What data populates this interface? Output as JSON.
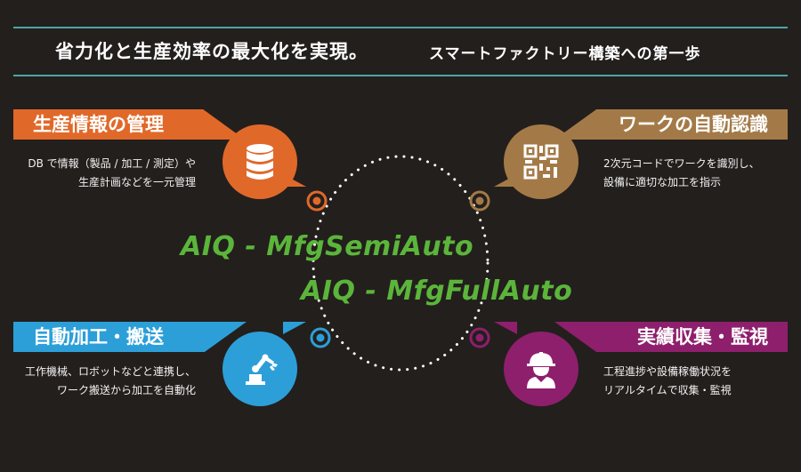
{
  "header": {
    "title": "省力化と生産効率の最大化を実現。",
    "subtitle": "スマートファクトリー構築への第一歩"
  },
  "colors": {
    "background": "#231f1d",
    "rule": "#4aa7a6",
    "orange": "#e0692a",
    "brown": "#a37a47",
    "blue": "#2c9fd8",
    "magenta": "#8e1f6c",
    "green": "#5bb53b"
  },
  "features": [
    {
      "title": "生産情報の管理",
      "desc": [
        "DB で情報（製品 / 加工 / 測定）や",
        "生産計画などを一元管理"
      ],
      "icon": "database-icon"
    },
    {
      "title": "ワークの自動認識",
      "desc": [
        "2次元コードでワークを識別し、",
        "設備に適切な加工を指示"
      ],
      "icon": "qr-code-icon"
    },
    {
      "title": "自動加工・搬送",
      "desc": [
        "工作機械、ロボットなどと連携し、",
        "ワーク搬送から加工を自動化"
      ],
      "icon": "robot-arm-icon"
    },
    {
      "title": "実績収集・監視",
      "desc": [
        "工程進捗や設備稼働状況を",
        "リアルタイムで収集・監視"
      ],
      "icon": "worker-helmet-icon"
    }
  ],
  "products": [
    "AIQ - MfgSemiAuto",
    "AIQ - MfgFullAuto"
  ]
}
